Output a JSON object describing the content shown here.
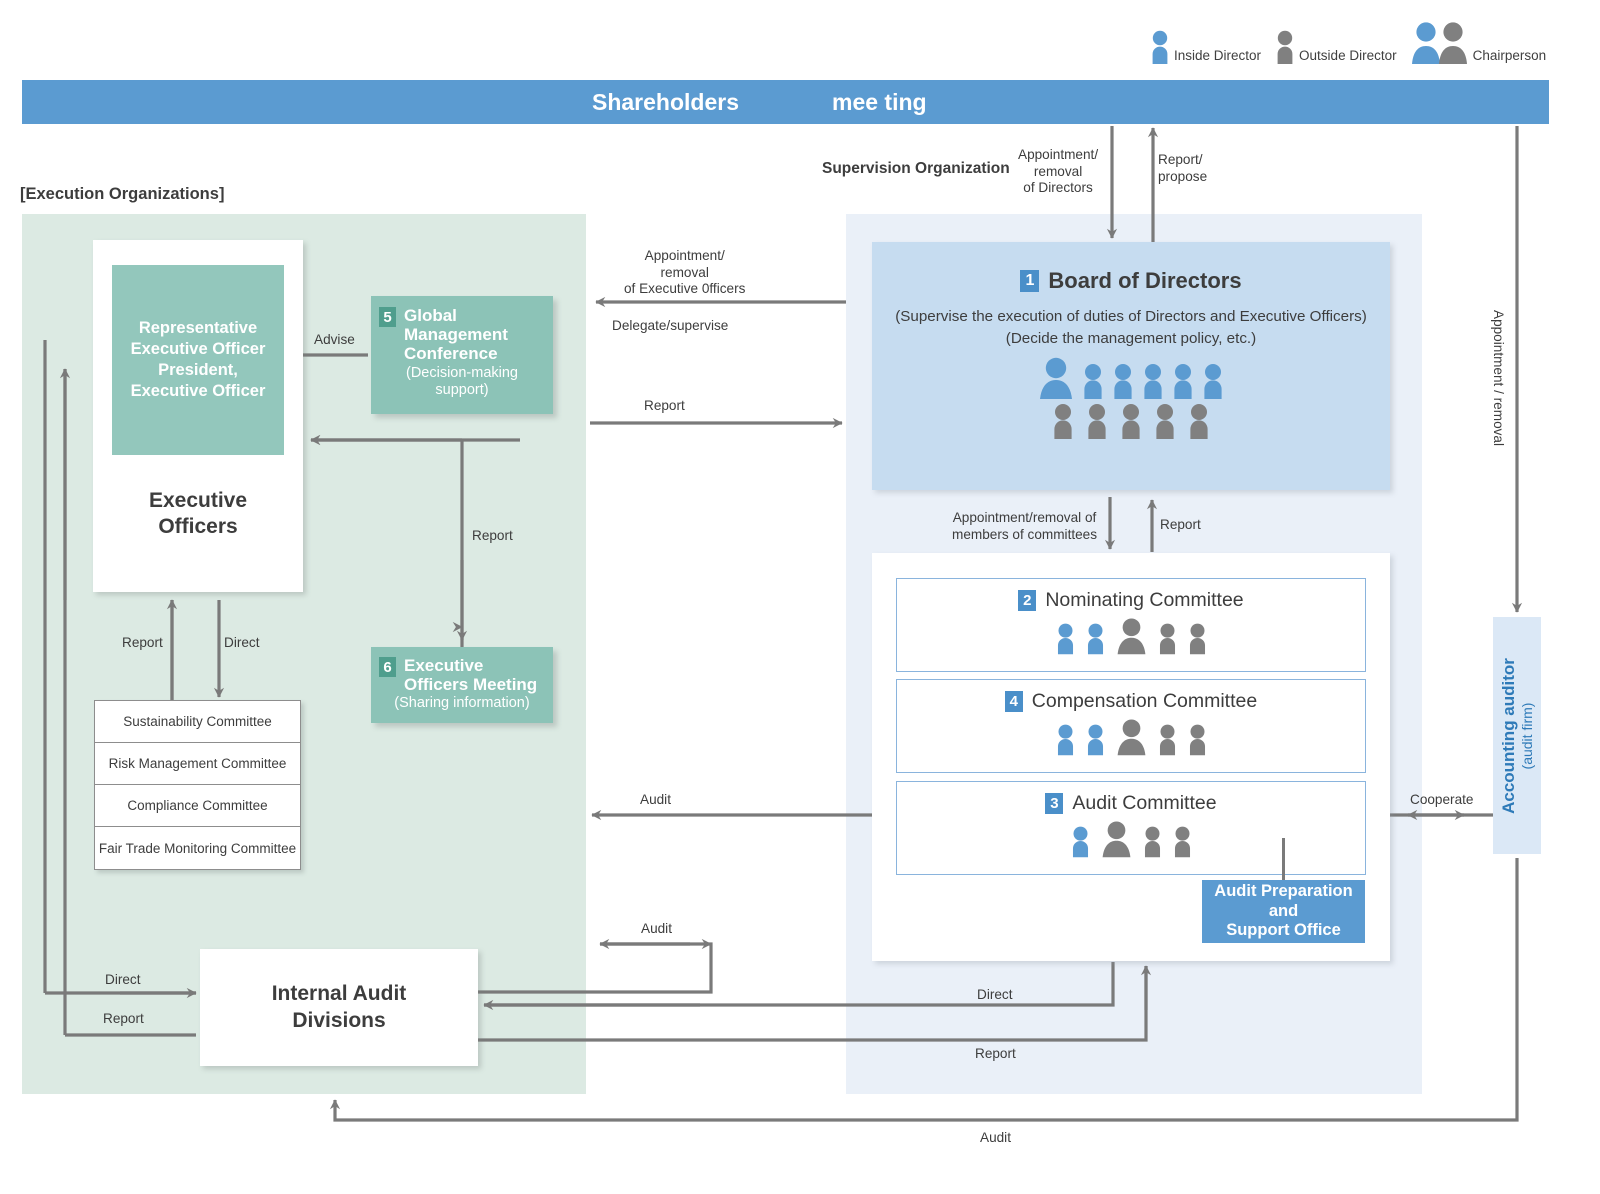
{
  "legend": {
    "items": [
      {
        "label": "Inside Director",
        "type": "inside"
      },
      {
        "label": "Outside Director",
        "type": "outside"
      },
      {
        "label": "Chairperson",
        "type": "chairperson"
      }
    ]
  },
  "header": {
    "title_part1": "Shareholders",
    "title_part2": "mee ting",
    "supervision_label": "Supervision Organization",
    "execution_label": "[Execution Organizations]"
  },
  "execution": {
    "representative": "Representative\nExecutive Officer\nPresident,\nExecutive Officer",
    "representative_lines": [
      "Representative",
      "Executive Officer",
      "President,",
      "Executive Officer"
    ],
    "executive_officers": "Executive\nOfficers",
    "executive_officers_lines": [
      "Executive",
      "Officers"
    ],
    "gmc": {
      "num": "5",
      "title_lines": [
        "Global",
        "Management",
        "Conference"
      ],
      "subtitle": "(Decision-making\nsupport)",
      "sub_lines": [
        "(Decision-making",
        "support)"
      ]
    },
    "eom": {
      "num": "6",
      "title_lines": [
        "Executive",
        "Officers Meeting"
      ],
      "subtitle": "(Sharing information)"
    },
    "committees": [
      "Sustainability Committee",
      "Risk Management Committee",
      "Compliance Committee",
      "Fair Trade Monitoring Committee"
    ],
    "internal_audit_lines": [
      "Internal Audit",
      "Divisions"
    ]
  },
  "supervision": {
    "board": {
      "num": "1",
      "title": "Board of Directors",
      "desc1": "(Supervise the execution of duties of Directors and Executive Officers)",
      "desc2": "(Decide the management policy, etc.)",
      "inside_count": 6,
      "outside_count": 5,
      "chairperson_is_inside": true
    },
    "committees": [
      {
        "num": "2",
        "title": "Nominating Committee",
        "members": [
          "inside",
          "inside",
          "chair-outside",
          "outside",
          "outside"
        ]
      },
      {
        "num": "4",
        "title": "Compensation Committee",
        "members": [
          "inside",
          "inside",
          "chair-outside",
          "outside",
          "outside"
        ]
      },
      {
        "num": "3",
        "title": "Audit Committee",
        "members": [
          "inside",
          "chair-outside",
          "outside",
          "outside"
        ]
      }
    ],
    "audit_support_lines": [
      "Audit Preparation",
      "and",
      "Support Office"
    ],
    "accounting_auditor": {
      "line1": "Accounting auditor",
      "line2": "(audit firm)"
    }
  },
  "arrows": {
    "appointment_removal_directors": "Appointment/\nremoval\nof Directors",
    "appointment_removal_directors_lines": [
      "Appointment/",
      "removal",
      "of Directors"
    ],
    "report_propose_lines": [
      "Report/",
      "propose"
    ],
    "appointment_removal_exec_lines": [
      "Appointment/",
      "removal",
      "of Executive 0fficers"
    ],
    "delegate_supervise": "Delegate/supervise",
    "report": "Report",
    "advise": "Advise",
    "direct": "Direct",
    "audit": "Audit",
    "cooperate": "Cooperate",
    "appointment_removal_vertical": "Appointment / removal",
    "appointment_removal_members_lines": [
      "Appointment/removal of",
      "members of committees"
    ]
  },
  "colors": {
    "header_blue": "#5b9bd1",
    "panel_exec": "#dceae3",
    "panel_sup": "#eaf0f8",
    "teal": "#93c7bc",
    "teal_box": "#8cc3b7",
    "board_blue": "#c6dcf0",
    "accent_blue": "#4a8fc9",
    "inside_director": "#5b9bd1",
    "outside_director": "#808080",
    "arrow_gray": "#7a7a7a"
  }
}
